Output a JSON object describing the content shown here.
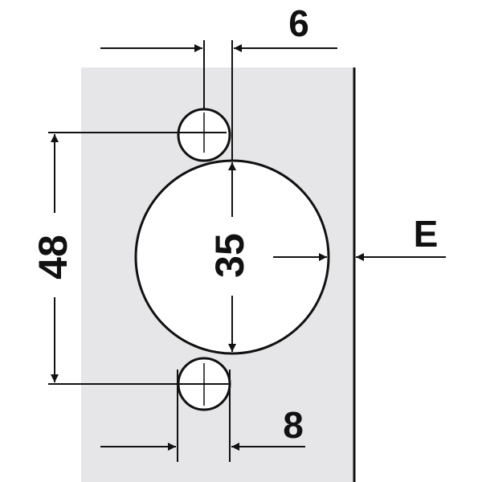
{
  "drawing": {
    "dimensions": {
      "top_offset": "6",
      "cup_diameter": "35",
      "hole_spacing": "48",
      "hole_offset": "8",
      "edge_distance": "E"
    },
    "colors": {
      "panel": "#e6e6e9",
      "line": "#111111",
      "background": "#ffffff"
    }
  }
}
